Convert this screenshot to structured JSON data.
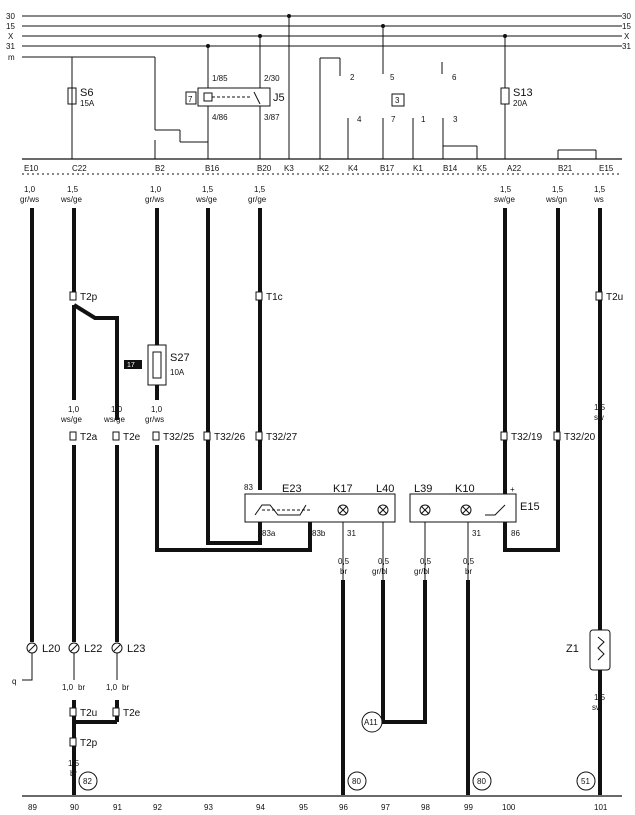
{
  "rails": [
    "30",
    "15",
    "X",
    "31",
    "m"
  ],
  "rails_right": [
    "30",
    "15",
    "X",
    "31"
  ],
  "connectors": {
    "E10": "E10",
    "C22": "C22",
    "B2": "B2",
    "B16": "B16",
    "B20": "B20",
    "K3": "K3",
    "K2": "K2",
    "K4": "K4",
    "B17": "B17",
    "K1": "K1",
    "B14": "B14",
    "K5": "K5",
    "A22": "A22",
    "B21": "B21",
    "E15": "E15"
  },
  "fuses": {
    "s6": {
      "name": "S6",
      "rating": "15A"
    },
    "s13": {
      "name": "S13",
      "rating": "20A"
    },
    "s27": {
      "name": "S27",
      "rating": "10A",
      "location": "17"
    }
  },
  "relay": {
    "name": "J5",
    "slot": "7",
    "pin_1_85": "1/85",
    "pin_2_30": "2/30",
    "pin_4_86": "4/86",
    "pin_3_87": "3/87"
  },
  "switch_block": {
    "slot": "3",
    "p2": "2",
    "p5": "5",
    "p6": "6",
    "p4": "4",
    "p7": "7",
    "p1": "1",
    "p3": "3"
  },
  "wires": {
    "w32": {
      "gauge": "1,0",
      "color": "gr/ws"
    },
    "w74": {
      "gauge": "1,5",
      "color": "ws/ge"
    },
    "w157": {
      "gauge": "1,0",
      "color": "gr/ws"
    },
    "w208": {
      "gauge": "1,5",
      "color": "ws/ge"
    },
    "w260": {
      "gauge": "1,5",
      "color": "gr/ge"
    },
    "w505": {
      "gauge": "1,5",
      "color": "sw/ge"
    },
    "w558": {
      "gauge": "1,5",
      "color": "ws/gn"
    },
    "w600": {
      "gauge": "1,5",
      "color": "ws"
    },
    "w74b": {
      "gauge": "1,0",
      "color": "ws/ge"
    },
    "w117b": {
      "gauge": "1,0",
      "color": "ws/ge"
    },
    "w157b": {
      "gauge": "1,0",
      "color": "gr/ws"
    },
    "w600b": {
      "gauge": "1,5",
      "color": "sw"
    },
    "k17out": {
      "gauge": "0,5",
      "color": "br"
    },
    "l40out": {
      "gauge": "0,5",
      "color": "gr/bl"
    },
    "l39out": {
      "gauge": "0,5",
      "color": "gr/bl"
    },
    "k10out": {
      "gauge": "0,5",
      "color": "br"
    },
    "lamp22out": {
      "gauge": "1,0",
      "color": "br"
    },
    "lamp23out": {
      "gauge": "1,0",
      "color": "br"
    },
    "ground90": {
      "gauge": "1,5",
      "color": "br"
    },
    "z1out": {
      "gauge": "1,5",
      "color": "sw"
    }
  },
  "plugs": {
    "t2p_top": "T2p",
    "t1c": "T1c",
    "t2u_top": "T2u",
    "t2a": "T2a",
    "t2e": "T2e",
    "t32_25": "T32/25",
    "t32_26": "T32/26",
    "t32_27": "T32/27",
    "t32_19": "T32/19",
    "t32_20": "T32/20",
    "t2u_bot": "T2u",
    "t2e_bot": "T2e",
    "t2p_bot": "T2p"
  },
  "components": {
    "e23": "E23",
    "k17": "K17",
    "l40": "L40",
    "l39": "L39",
    "k10": "K10",
    "e15": "E15",
    "l20": "L20",
    "l22": "L22",
    "l23": "L23",
    "z1": "Z1",
    "q": "q",
    "pin83": "83",
    "pin83a": "83a",
    "pin83b": "83b",
    "pin31a": "31",
    "pin31b": "31",
    "pin86": "86",
    "plus": "+"
  },
  "references": {
    "r82": "82",
    "r80a": "80",
    "r80b": "80",
    "r51": "51",
    "a11": "A11"
  },
  "footer": [
    "89",
    "90",
    "91",
    "92",
    "93",
    "94",
    "95",
    "96",
    "97",
    "98",
    "99",
    "100",
    "101"
  ]
}
